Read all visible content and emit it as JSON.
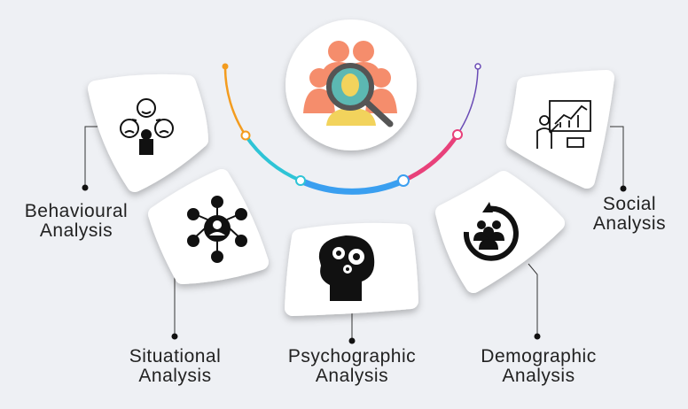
{
  "title_icon": "audience-search-icon",
  "colors": {
    "arc1": "#f39c1f",
    "arc2": "#2ec4d6",
    "arc3": "#3a9ff0",
    "arc4": "#e8417a",
    "arc5": "#6a4bb5",
    "background": "#eef0f4"
  },
  "items": [
    {
      "line1": "Behavioural",
      "line2": "Analysis",
      "icon": "faces-emotions-icon"
    },
    {
      "line1": "Situational",
      "line2": "Analysis",
      "icon": "network-person-icon"
    },
    {
      "line1": "Psychographic",
      "line2": "Analysis",
      "icon": "head-gears-icon"
    },
    {
      "line1": "Demographic",
      "line2": "Analysis",
      "icon": "group-cycle-icon"
    },
    {
      "line1": "Social",
      "line2": "Analysis",
      "icon": "presentation-chart-icon"
    }
  ]
}
